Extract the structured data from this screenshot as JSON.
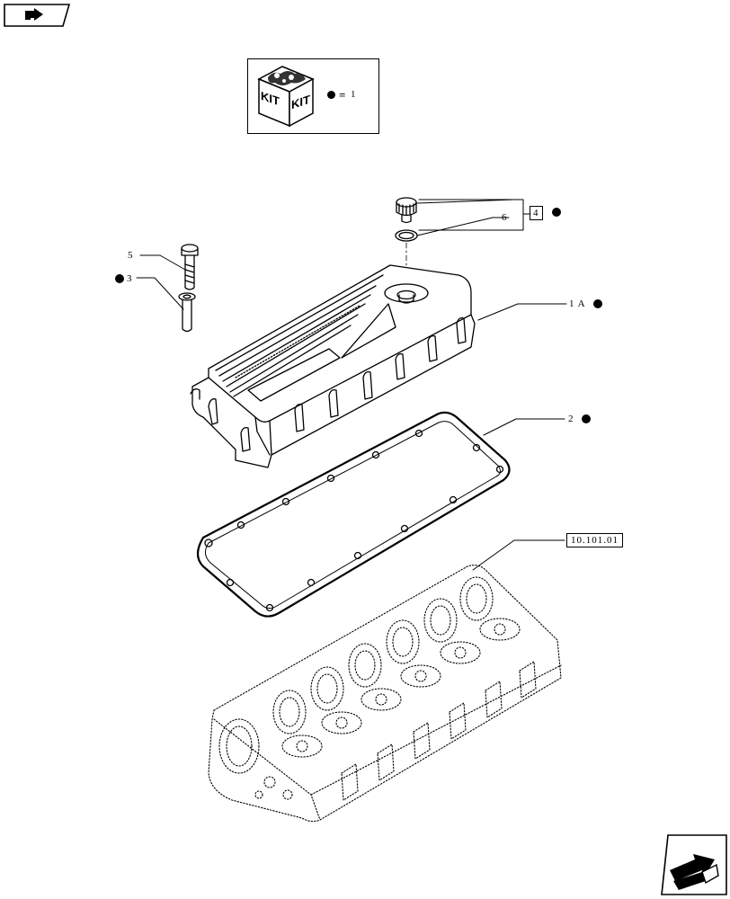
{
  "kit_legend": {
    "kit_text_left": "KIT",
    "kit_text_right": "KIT",
    "equals": "=",
    "qty": "1"
  },
  "callouts": {
    "item_5": "5",
    "item_3": "3",
    "item_6": "6",
    "item_4": "4",
    "item_1a": "1 A",
    "item_2": "2",
    "ref_10_101_01": "10.101.01"
  },
  "colors": {
    "line": "#000000",
    "background": "#ffffff"
  },
  "icons": {
    "prev": "back-arrow-icon",
    "next": "forward-arrow-icon",
    "kit": "kit-box-icon"
  }
}
